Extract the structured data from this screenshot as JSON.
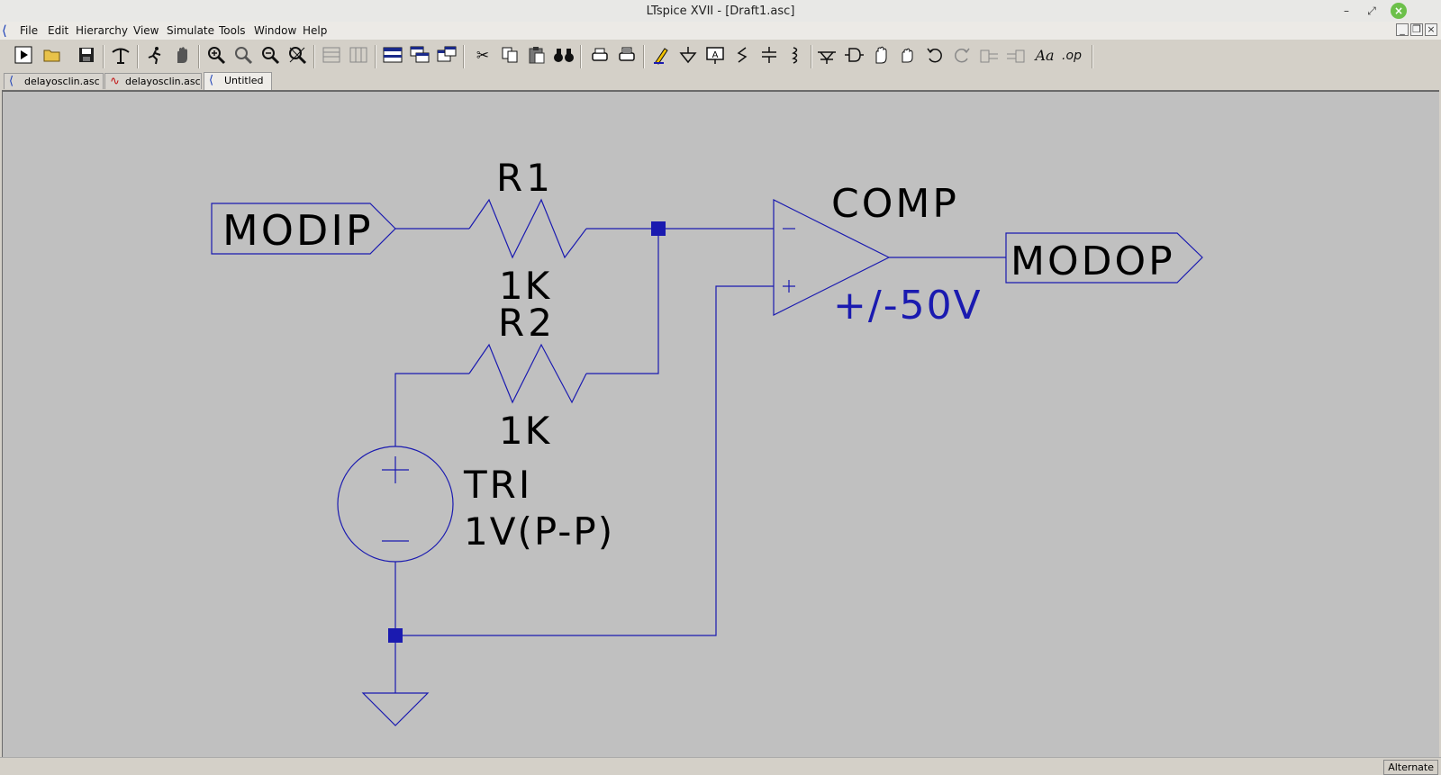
{
  "window": {
    "title": "LTspice XVII - [Draft1.asc]"
  },
  "menu": {
    "items": [
      {
        "label": "File"
      },
      {
        "label": "Edit"
      },
      {
        "label": "Hierarchy"
      },
      {
        "label": "View"
      },
      {
        "label": "Simulate"
      },
      {
        "label": "Tools"
      },
      {
        "label": "Window"
      },
      {
        "label": "Help"
      }
    ]
  },
  "toolbar": {
    "icons": [
      "run-icon",
      "open-folder-icon",
      "save-icon",
      "control-panel-icon",
      "halt-icon",
      "stop-icon",
      "zoom-in-icon",
      "zoom-pan-icon",
      "zoom-out-icon",
      "zoom-fit-icon",
      "tile-horizontal-icon",
      "tile-vertical-icon",
      "cascade-icon",
      "close-all-icon",
      "cut-icon",
      "copy-icon",
      "paste-icon",
      "find-icon",
      "print-icon",
      "print-setup-icon",
      "wire-icon",
      "ground-icon",
      "label-net-icon",
      "resistor-icon",
      "capacitor-icon",
      "inductor-icon",
      "diode-icon",
      "component-icon",
      "move-icon",
      "drag-icon",
      "undo-icon",
      "redo-icon",
      "rotate-icon",
      "mirror-icon",
      "text-icon",
      "spice-directive-icon"
    ],
    "text_icon_label": "Aa",
    "spice_directive_label": ".op"
  },
  "tabs": [
    {
      "label": "delayosclin.asc",
      "icon": "schematic-icon"
    },
    {
      "label": "delayosclin.asc",
      "icon": "waveform-icon"
    },
    {
      "label": "Untitled",
      "icon": "schematic-icon"
    }
  ],
  "schematic": {
    "wire_color": "#1a1ab0",
    "label_color": "#000000",
    "value_color": "#1a1ab0",
    "in_port": "MODIP",
    "out_port": "MODOP",
    "r1_name": "R1",
    "r1_value": "1K",
    "r2_name": "R2",
    "r2_value": "1K",
    "comp_name": "COMP",
    "comp_value": "+/-50V",
    "opamp_minus": "−",
    "opamp_plus": "+",
    "source_name": "TRI",
    "source_value": "1V(P-P)",
    "source_plus": "+",
    "source_minus": "−"
  },
  "status": {
    "mode": "Alternate"
  }
}
